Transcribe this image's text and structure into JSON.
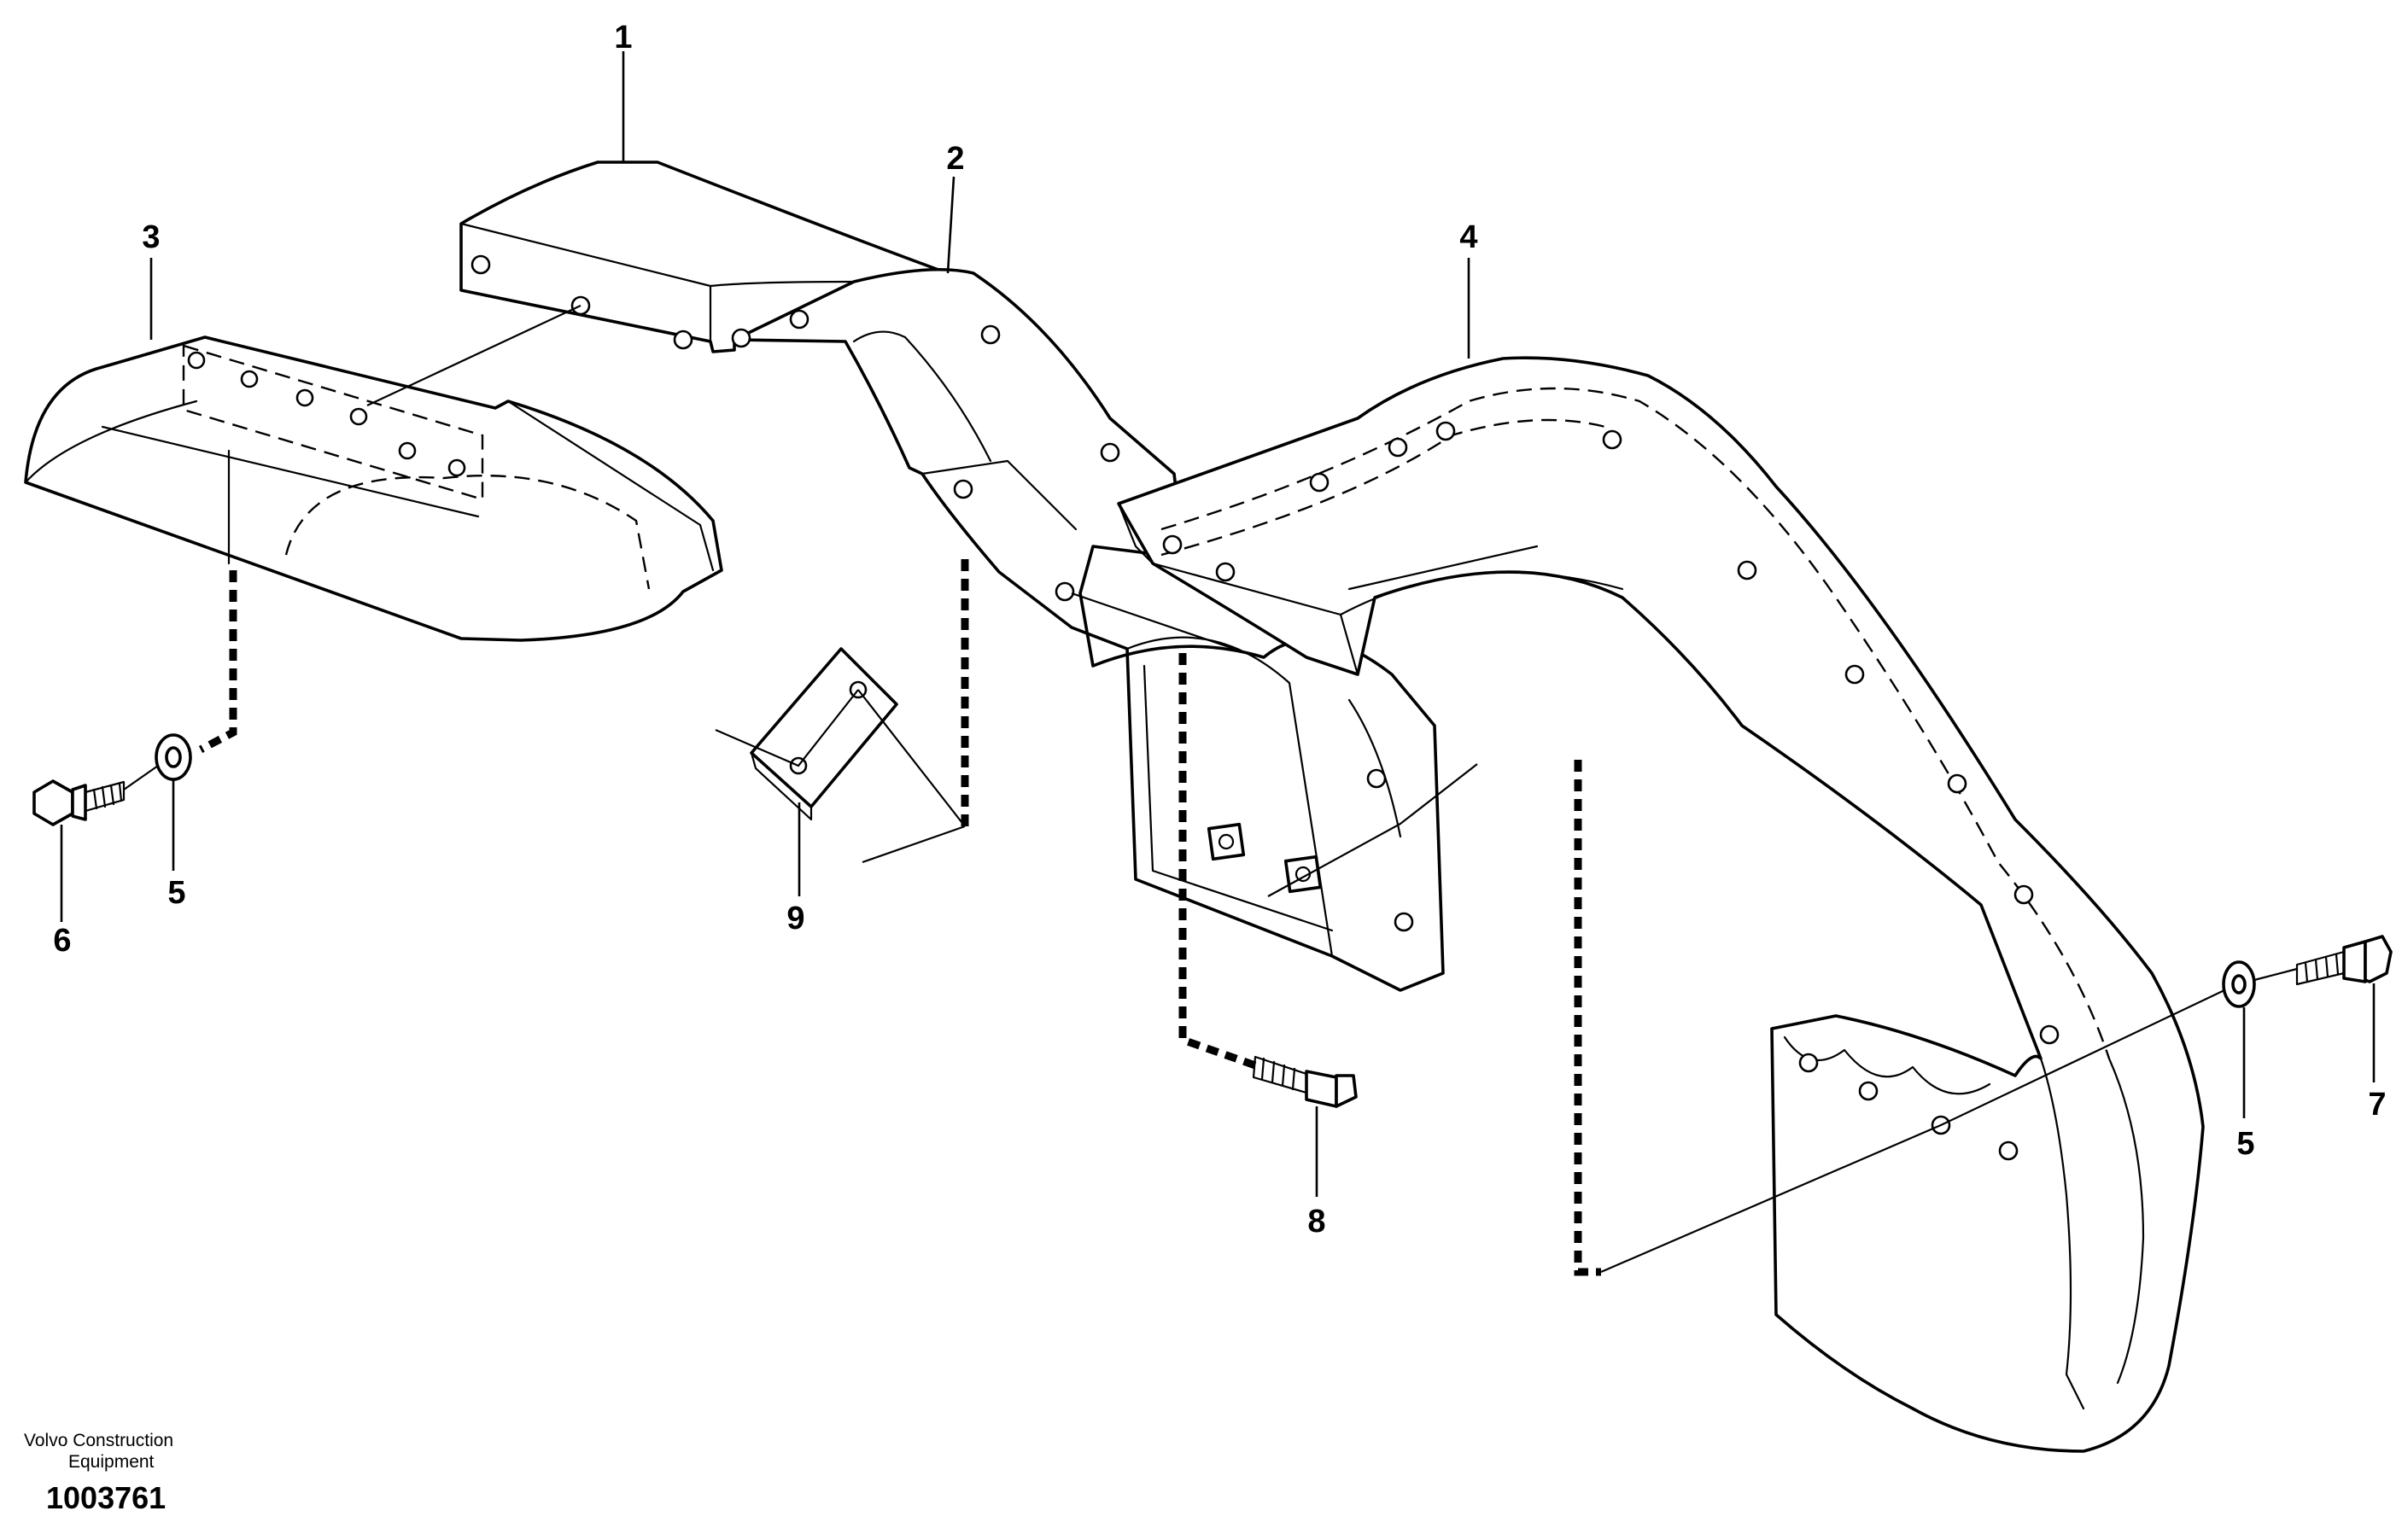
{
  "diagram": {
    "callouts": [
      "1",
      "2",
      "3",
      "4",
      "5",
      "5",
      "6",
      "7",
      "8",
      "9"
    ],
    "caption": {
      "brand_line1": "Volvo Construction",
      "brand_line2": "Equipment",
      "drawing_number": "1003761"
    }
  }
}
